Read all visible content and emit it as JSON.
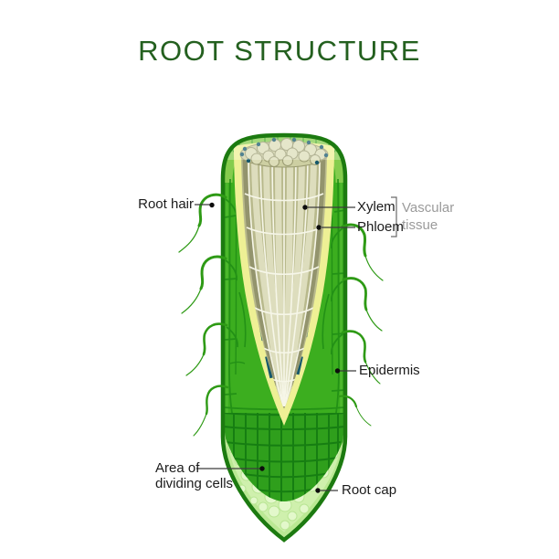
{
  "title": "ROOT STRUCTURE",
  "labels": {
    "root_hair": "Root hair",
    "xylem": "Xylem",
    "phloem": "Phloem",
    "vascular_tissue": "Vascular tissue",
    "epidermis": "Epidermis",
    "area_of_dividing_cells": "Area of dividing cells",
    "root_cap": "Root cap"
  },
  "colors": {
    "title_green": "#24601f",
    "label_text": "#1b1b1b",
    "secondary_label_gray": "#9b9b9b",
    "root_outline_green": "#1c7a10",
    "cortex_green": "#3cae1f",
    "dividing_area_green": "#2f9f1c",
    "root_cap_pale_green": "#cff0ad",
    "vascular_sheath_yellow": "#eef095",
    "xylem_olive": "#b8b98c",
    "phloem_teal": "#16586b"
  }
}
